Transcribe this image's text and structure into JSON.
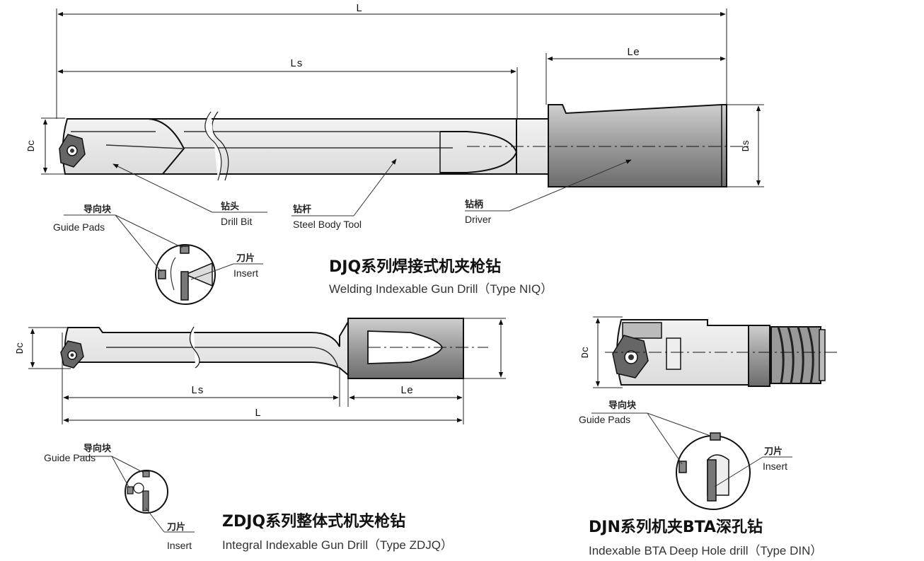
{
  "diagram_top": {
    "dims": {
      "L": "L",
      "Ls": "Ls",
      "Le": "Le",
      "Dc": "Dc",
      "Ds": "Ds"
    },
    "labels": {
      "drill_bit_cn": "钻头",
      "drill_bit_en": "Drill Bit",
      "steel_body_cn": "钻杆",
      "steel_body_en": "Steel Body Tool",
      "driver_cn": "钻柄",
      "driver_en": "Driver",
      "guide_pads_cn": "导向块",
      "guide_pads_en": "Guide Pads",
      "insert_cn": "刀片",
      "insert_en": "Insert"
    },
    "title": "DJQ系列焊接式机夹枪钻",
    "subtitle": "Welding Indexable Gun Drill（Type NIQ）"
  },
  "diagram_bottom_left": {
    "dims": {
      "Dc": "Dc",
      "Ls": "Ls",
      "Le": "Le",
      "L": "L"
    },
    "labels": {
      "guide_pads_cn": "导向块",
      "guide_pads_en": "Guide Pads",
      "insert_cn": "刀片",
      "insert_en": "Insert"
    },
    "title": "ZDJQ系列整体式机夹枪钻",
    "subtitle": "Integral Indexable Gun Drill（Type ZDJQ）"
  },
  "diagram_bottom_right": {
    "dims": {
      "Dc": "Dc"
    },
    "labels": {
      "guide_pads_cn": "导向块",
      "guide_pads_en": "Guide Pads",
      "insert_cn": "刀片",
      "insert_en": "Insert"
    },
    "title": "DJN系列机夹BTA深孔钻",
    "subtitle": "Indexable BTA Deep Hole drill（Type DIN）"
  }
}
